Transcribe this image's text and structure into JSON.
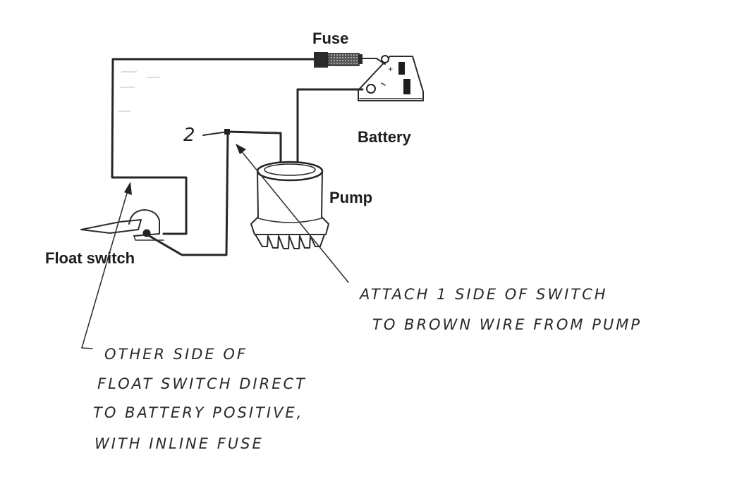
{
  "labels": {
    "fuse": "Fuse",
    "battery": "Battery",
    "pump": "Pump",
    "float_switch": "Float switch",
    "battery_plus": "+",
    "wire_number": "2"
  },
  "notes": {
    "pump_note": [
      "ATTACH 1 SIDE OF SWITCH",
      "TO BROWN WIRE FROM PUMP"
    ],
    "battery_note": [
      "OTHER SIDE OF",
      "FLOAT SWITCH DIRECT",
      "TO BATTERY POSITIVE,",
      "WITH INLINE FUSE"
    ]
  }
}
